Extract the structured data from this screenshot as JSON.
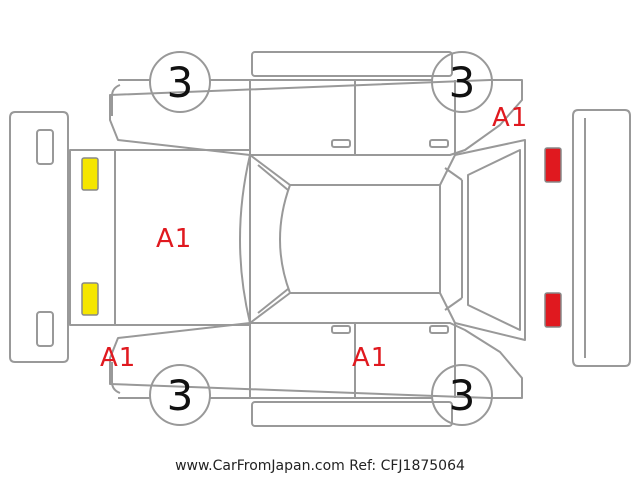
{
  "wheels": [
    {
      "value": "3"
    },
    {
      "value": "3"
    },
    {
      "value": "3"
    },
    {
      "value": "3"
    }
  ],
  "damage_marks": [
    {
      "code": "A1"
    },
    {
      "code": "A1"
    },
    {
      "code": "A1"
    },
    {
      "code": "A1"
    }
  ],
  "lamps": [
    {
      "kind": "front-left",
      "color": "#f5e600"
    },
    {
      "kind": "front-right",
      "color": "#f5e600"
    },
    {
      "kind": "rear-left",
      "color": "#e0191f"
    },
    {
      "kind": "rear-right",
      "color": "#e0191f"
    }
  ],
  "colors": {
    "outline": "#999999",
    "mark": "#e0191f",
    "front_lamp": "#f5e600",
    "rear_lamp": "#e0191f"
  },
  "footer": {
    "text": "www.CarFromJapan.com Ref: CFJ1875064"
  }
}
